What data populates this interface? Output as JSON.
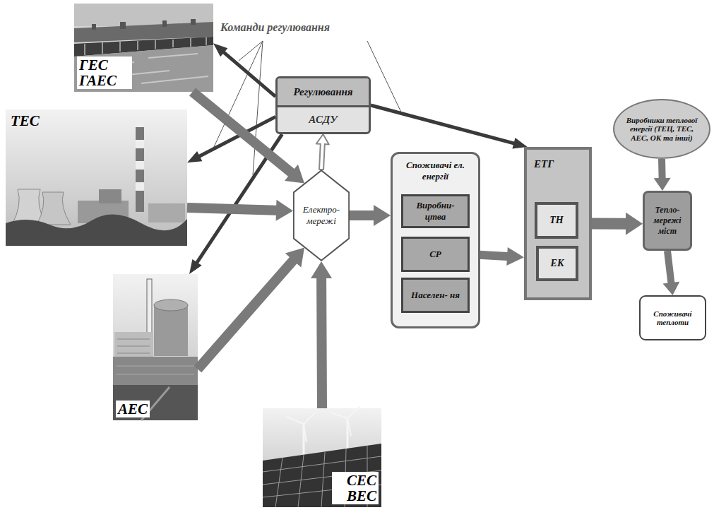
{
  "diagram": {
    "nodes": [
      {
        "text": [
          "ГЕС ГАЕС"
        ]
      },
      {
        "text": [
          "Регулювання",
          "АСДУ"
        ]
      },
      {
        "text": [
          "ТЕС"
        ]
      },
      {
        "text": [
          "Електро- мережі"
        ]
      },
      {
        "text": [
          "Споживачі ел. енергії"
        ]
      },
      {
        "text": [
          "Виробни- цтва"
        ],
        "in": 4
      },
      {
        "text": [
          "СР"
        ],
        "in": 4
      },
      {
        "text": [
          "Населен- ня"
        ],
        "in": 4
      },
      {
        "text": [
          "ЕТГ"
        ]
      },
      {
        "text": [
          "ТН"
        ],
        "in": 8
      },
      {
        "text": [
          "ЕК"
        ],
        "in": 8
      },
      {
        "text": [
          "Виробники теплової енергії (ТЕЦ, ТЕС, АЕС, ОК та інші)"
        ]
      },
      {
        "text": [
          "Тепло- мережі міст"
        ]
      },
      {
        "text": [
          "Споживачі теплоти"
        ]
      },
      {
        "text": [
          "АЕС"
        ]
      },
      {
        "text": [
          "СЕС ВЕС"
        ]
      }
    ],
    "edges": [
      {
        "from": 1,
        "to": 0,
        "arrow": "to"
      },
      {
        "from": 1,
        "to": 2,
        "arrow": "to"
      },
      {
        "from": 1,
        "to": 14,
        "arrow": "to"
      },
      {
        "from": 1,
        "to": 8,
        "arrow": "to"
      },
      {
        "from": 3,
        "to": 1,
        "arrow": "to"
      },
      {
        "from": 0,
        "to": 3,
        "arrow": "to"
      },
      {
        "from": 2,
        "to": 3,
        "arrow": "to"
      },
      {
        "from": 14,
        "to": 3,
        "arrow": "to"
      },
      {
        "from": 15,
        "to": 3,
        "arrow": "to"
      },
      {
        "from": 3,
        "to": 4,
        "arrow": "to"
      },
      {
        "from": 6,
        "to": 8,
        "arrow": "to"
      },
      {
        "from": 8,
        "to": 12,
        "arrow": "to"
      },
      {
        "from": 11,
        "to": 12,
        "arrow": "to"
      },
      {
        "from": 12,
        "to": 13,
        "arrow": "to"
      }
    ],
    "labels": [
      "Команди регулювання"
    ]
  }
}
